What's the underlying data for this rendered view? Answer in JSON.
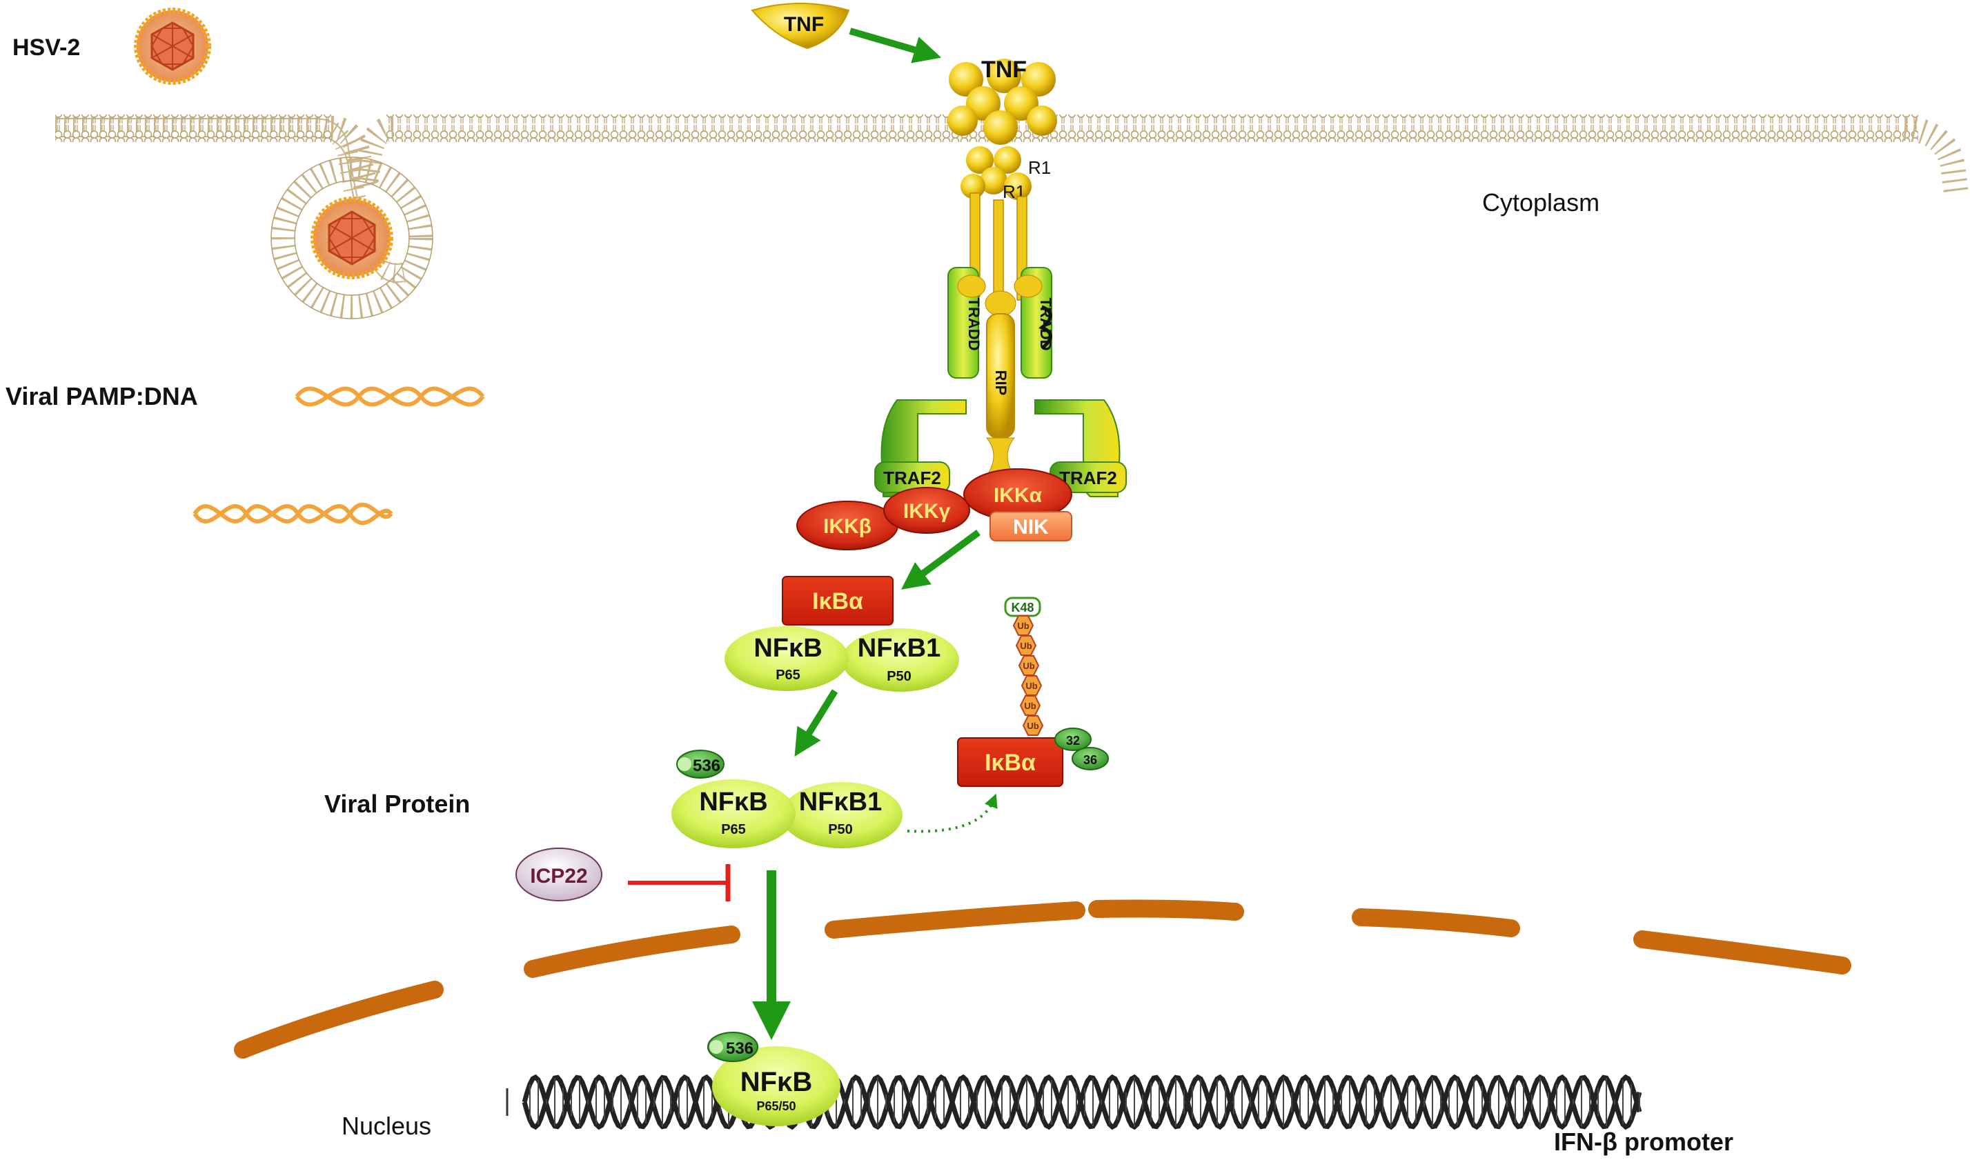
{
  "labels": {
    "hsv2": "HSV-2",
    "viral_pamp": "Viral PAMP:DNA",
    "viral_protein": "Viral Protein",
    "cytoplasm": "Cytoplasm",
    "nucleus": "Nucleus",
    "ifn_promoter": "IFN-β promoter"
  },
  "nodes": {
    "tnf_ligand": "TNF",
    "tnf_receptor": "TNF",
    "r1_top": "R1",
    "r1_bottom": "R1",
    "tradd_left": "TRADD",
    "tradd_right": "TRADD",
    "rip": "RIP",
    "traf2_left": "TRAF2",
    "traf2_right": "TRAF2",
    "ikk_alpha": "IKKα",
    "ikk_beta": "IKKβ",
    "ikk_gamma": "IKKγ",
    "nik": "NIK",
    "ikba_top": "IκBα",
    "ikba_degraded": "IκBα",
    "k48": "K48",
    "ub": "Ub",
    "s32": "32",
    "s36": "36",
    "icp22": "ICP22",
    "complex1": {
      "nfkb": "NFκB",
      "p65": "P65",
      "nfkb1": "NFκB1",
      "p50": "P50"
    },
    "complex2": {
      "s536": "536",
      "nfkb": "NFκB",
      "p65": "P65",
      "nfkb1": "NFκB1",
      "p50": "P50"
    },
    "nuclear": {
      "s536": "536",
      "nfkb": "NFκB",
      "p6550": "P65/50"
    }
  },
  "colors": {
    "arrow_green": "#1e9a16",
    "inhibit_red": "#e8201c",
    "membrane_tan": "#c9b48a",
    "virus_orange": "#f2a33a",
    "nuclear_envelope": "#c9690e",
    "ikk_red": "#d42a14",
    "nfkb_yellow_green": "#d8f25a"
  },
  "icons": [
    "virus-capsid-icon",
    "dna-helix-icon",
    "ubiquitin-chain-icon"
  ]
}
